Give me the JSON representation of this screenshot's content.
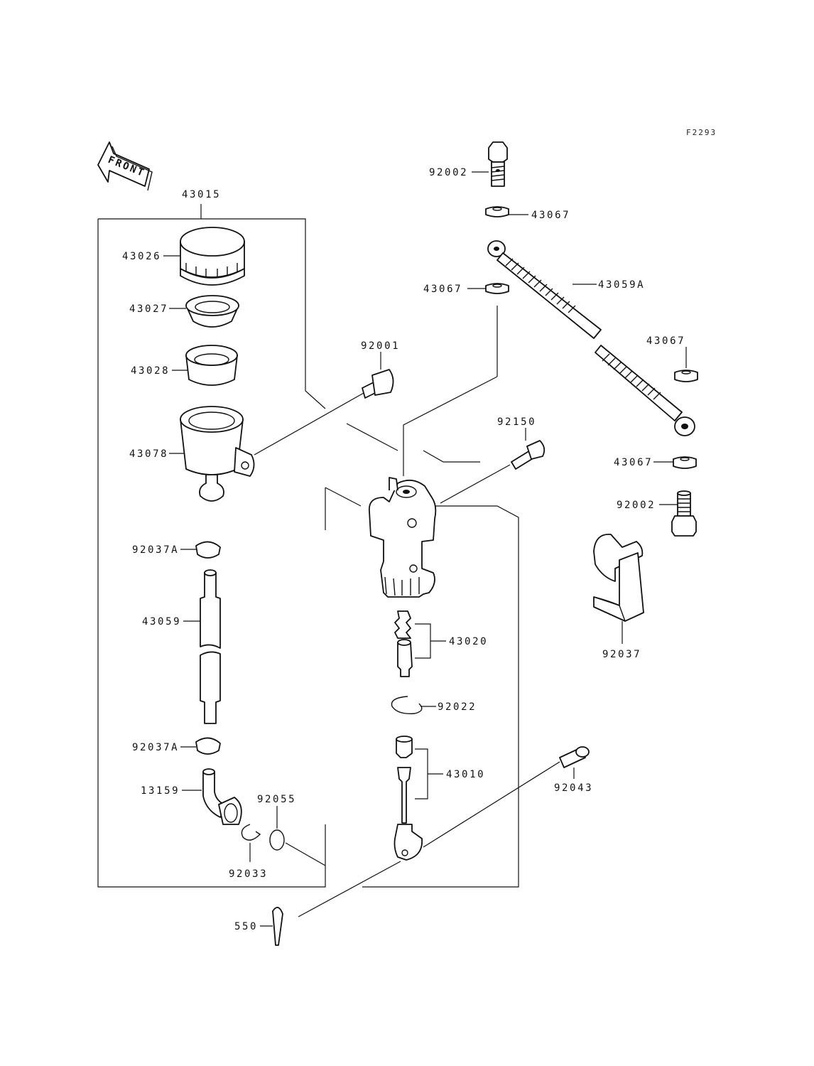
{
  "diagram_ref": "F2293",
  "front_arrow_label": "FRONT",
  "labels": {
    "p43015": "43015",
    "p43026": "43026",
    "p43027": "43027",
    "p43028": "43028",
    "p43078": "43078",
    "p92037A_top": "92037A",
    "p43059": "43059",
    "p92037A_bottom": "92037A",
    "p13159": "13159",
    "p92055": "92055",
    "p92033": "92033",
    "p550": "550",
    "p92001": "92001",
    "p92002_top": "92002",
    "p43067_a": "43067",
    "p43059A": "43059A",
    "p43067_b": "43067",
    "p43067_c": "43067",
    "p43067_d": "43067",
    "p92002_bottom": "92002",
    "p92150": "92150",
    "p43020": "43020",
    "p92022": "92022",
    "p43010": "43010",
    "p92037": "92037",
    "p92043": "92043"
  }
}
